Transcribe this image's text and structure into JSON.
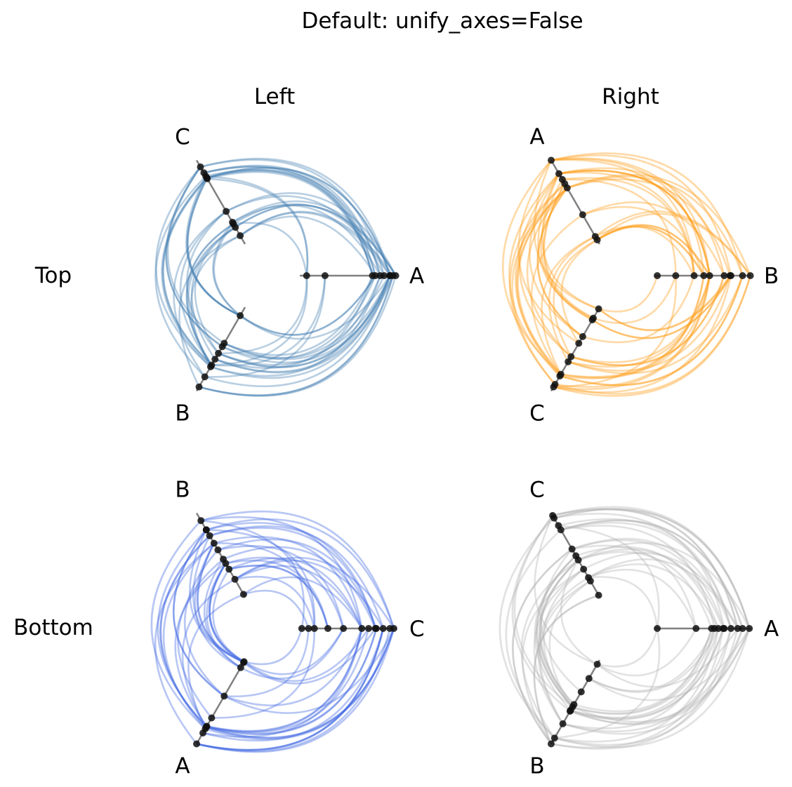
{
  "figure": {
    "title": "Default: unify_axes=False",
    "column_labels": [
      "Left",
      "Right"
    ],
    "row_labels": [
      "Top",
      "Bottom"
    ]
  },
  "chart_data": [
    {
      "type": "hive",
      "row": "Top",
      "column": "Left",
      "edge_color": "#4682b4",
      "axes": [
        {
          "label": "A",
          "node_positions": [
            0.07,
            0.26,
            0.75,
            0.78,
            0.83,
            0.87,
            0.93,
            0.93,
            0.96,
            0.99
          ]
        },
        {
          "label": "B",
          "node_positions": [
            0.1,
            0.43,
            0.47,
            0.55,
            0.62,
            0.69,
            0.71,
            0.83,
            0.95
          ]
        },
        {
          "label": "C",
          "node_positions": [
            0.1,
            0.2,
            0.24,
            0.26,
            0.39,
            0.78,
            0.79,
            0.81,
            0.85,
            0.92
          ]
        }
      ]
    },
    {
      "type": "hive",
      "row": "Top",
      "column": "Right",
      "edge_color": "#ff9d1a",
      "axes": [
        {
          "label": "B",
          "node_positions": [
            0.03,
            0.22,
            0.41,
            0.51,
            0.57,
            0.72,
            0.78,
            0.79,
            0.91,
            0.99
          ]
        },
        {
          "label": "C",
          "node_positions": [
            0.02,
            0.13,
            0.15,
            0.35,
            0.43,
            0.59,
            0.65,
            0.8,
            0.82,
            0.92,
            0.95
          ]
        },
        {
          "label": "A",
          "node_positions": [
            0.05,
            0.09,
            0.35,
            0.67,
            0.72,
            0.77,
            0.84,
            1.0
          ]
        }
      ]
    },
    {
      "type": "hive",
      "row": "Bottom",
      "column": "Left",
      "edge_color": "#4169e1",
      "axes": [
        {
          "label": "C",
          "node_positions": [
            0.02,
            0.09,
            0.15,
            0.29,
            0.45,
            0.64,
            0.71,
            0.78,
            0.79,
            0.86,
            0.93,
            0.97
          ]
        },
        {
          "label": "A",
          "node_positions": [
            0.02,
            0.03,
            0.09,
            0.43,
            0.69,
            0.79,
            0.8,
            0.82,
            0.87,
            1.0
          ]
        },
        {
          "label": "B",
          "node_positions": [
            0.03,
            0.21,
            0.33,
            0.4,
            0.45,
            0.56,
            0.64,
            0.73,
            0.8,
            0.8,
            0.91
          ]
        }
      ]
    },
    {
      "type": "hive",
      "row": "Bottom",
      "column": "Right",
      "edge_color": "#b4b4b4",
      "axes": [
        {
          "label": "A",
          "node_positions": [
            0.03,
            0.43,
            0.59,
            0.62,
            0.66,
            0.71,
            0.72,
            0.79,
            0.86,
            0.91,
            0.98
          ]
        },
        {
          "label": "B",
          "node_positions": [
            0.05,
            0.22,
            0.38,
            0.53,
            0.56,
            0.6,
            0.61,
            0.76,
            0.93,
            1.0
          ]
        },
        {
          "label": "C",
          "node_positions": [
            0.02,
            0.19,
            0.23,
            0.33,
            0.44,
            0.49,
            0.57,
            0.8,
            0.85,
            0.94,
            0.97
          ]
        }
      ]
    }
  ]
}
